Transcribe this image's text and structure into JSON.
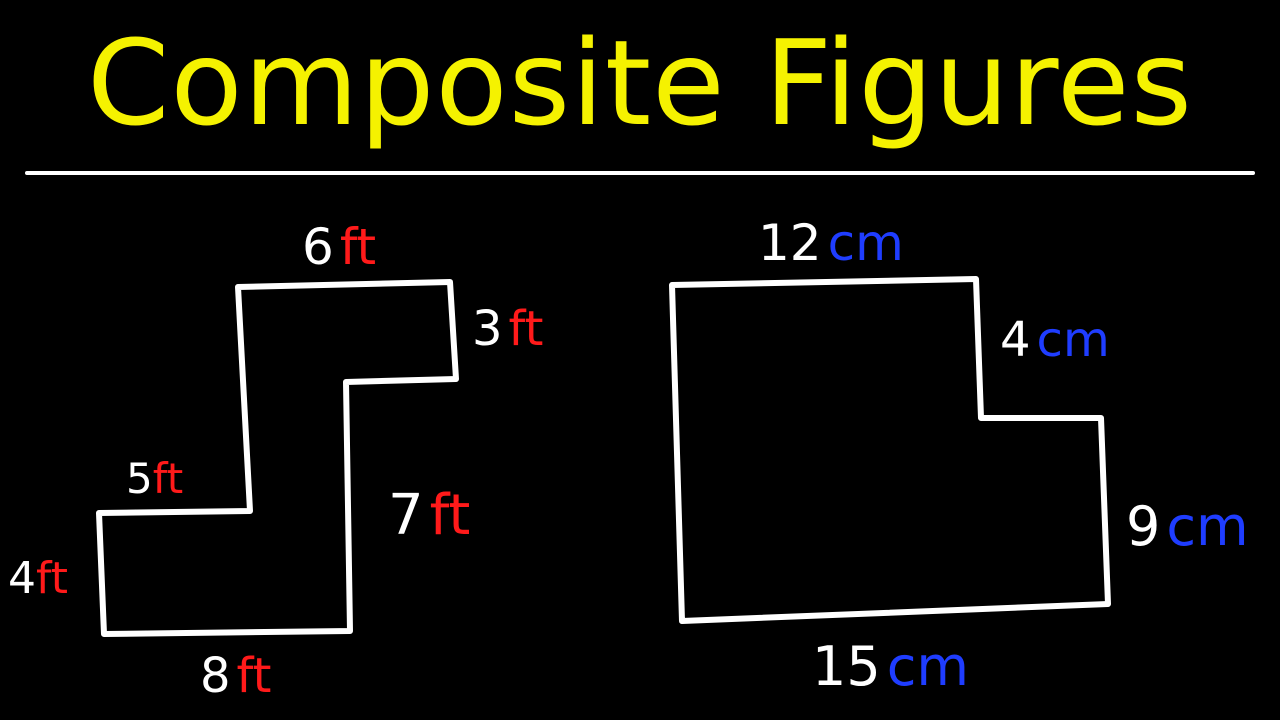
{
  "title": "Composite Figures",
  "colors": {
    "title": "#f5f200",
    "background": "#000000",
    "lines": "#ffffff",
    "unit_ft": "#ff1a1a",
    "unit_cm": "#1f3dff"
  },
  "figure_left": {
    "labels": {
      "top": {
        "value": "6",
        "unit": "ft"
      },
      "right_upper": {
        "value": "3",
        "unit": "ft"
      },
      "right_lower": {
        "value": "7",
        "unit": "ft"
      },
      "step": {
        "value": "5",
        "unit": "ft"
      },
      "left": {
        "value": "4",
        "unit": "ft"
      },
      "bottom": {
        "value": "8",
        "unit": "ft"
      }
    }
  },
  "figure_right": {
    "labels": {
      "top": {
        "value": "12",
        "unit": "cm"
      },
      "notch": {
        "value": "4",
        "unit": "cm"
      },
      "right": {
        "value": "9",
        "unit": "cm"
      },
      "bottom": {
        "value": "15",
        "unit": "cm"
      }
    }
  }
}
